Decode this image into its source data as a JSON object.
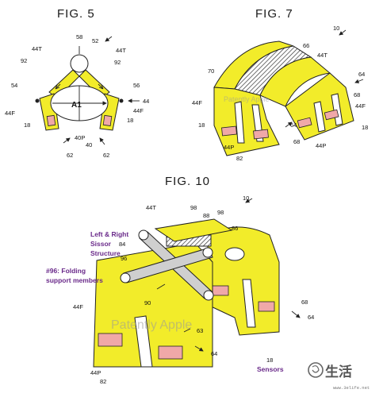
{
  "figures": {
    "fig5": {
      "title": "FIG. 5",
      "labels": {
        "r58": "58",
        "r52": "52",
        "r44T_l": "44T",
        "r44T_r": "44T",
        "r92_l": "92",
        "r92_r": "92",
        "r54": "54",
        "r56": "56",
        "rA1": "A1",
        "r44": "44",
        "r44F_l": "44F",
        "r44F_r": "44F",
        "r18_l": "18",
        "r18_r": "18",
        "r40P": "40P",
        "r40": "40",
        "r62_l": "62",
        "r62_r": "62"
      }
    },
    "fig7": {
      "title": "FIG. 7",
      "labels": {
        "r10": "10",
        "r66": "66",
        "r44T": "44T",
        "r70": "70",
        "r64": "64",
        "r68_a": "68",
        "r44F_l": "44F",
        "r44F_r": "44F",
        "r18_l": "18",
        "r18_r": "18",
        "r64_b": "64",
        "r68_b": "68",
        "r44P_l": "44P",
        "r44P_r": "44P",
        "r82": "82"
      }
    },
    "fig10": {
      "title": "FIG. 10",
      "labels": {
        "r10": "10",
        "r98_a": "98",
        "r98_b": "98",
        "r44T": "44T",
        "r88": "88",
        "r86": "86",
        "r84": "84",
        "r96": "96",
        "r90": "90",
        "r44F": "44F",
        "r68": "68",
        "r64_a": "64",
        "r63": "63",
        "r64_b": "64",
        "r44P": "44P",
        "r82": "82",
        "r18": "18"
      },
      "callouts": {
        "scissor_line1": "Left & Right",
        "scissor_line2": "Sissor",
        "scissor_line3": "Structure",
        "folding_line1": "#96: Folding",
        "folding_line2": "support members",
        "sensors": "Sensors"
      }
    }
  },
  "watermarks": {
    "fig7": "Patently Apple",
    "fig10": "Patently Apple"
  },
  "logo": {
    "text": "生活",
    "site": "www.3elife.net"
  }
}
